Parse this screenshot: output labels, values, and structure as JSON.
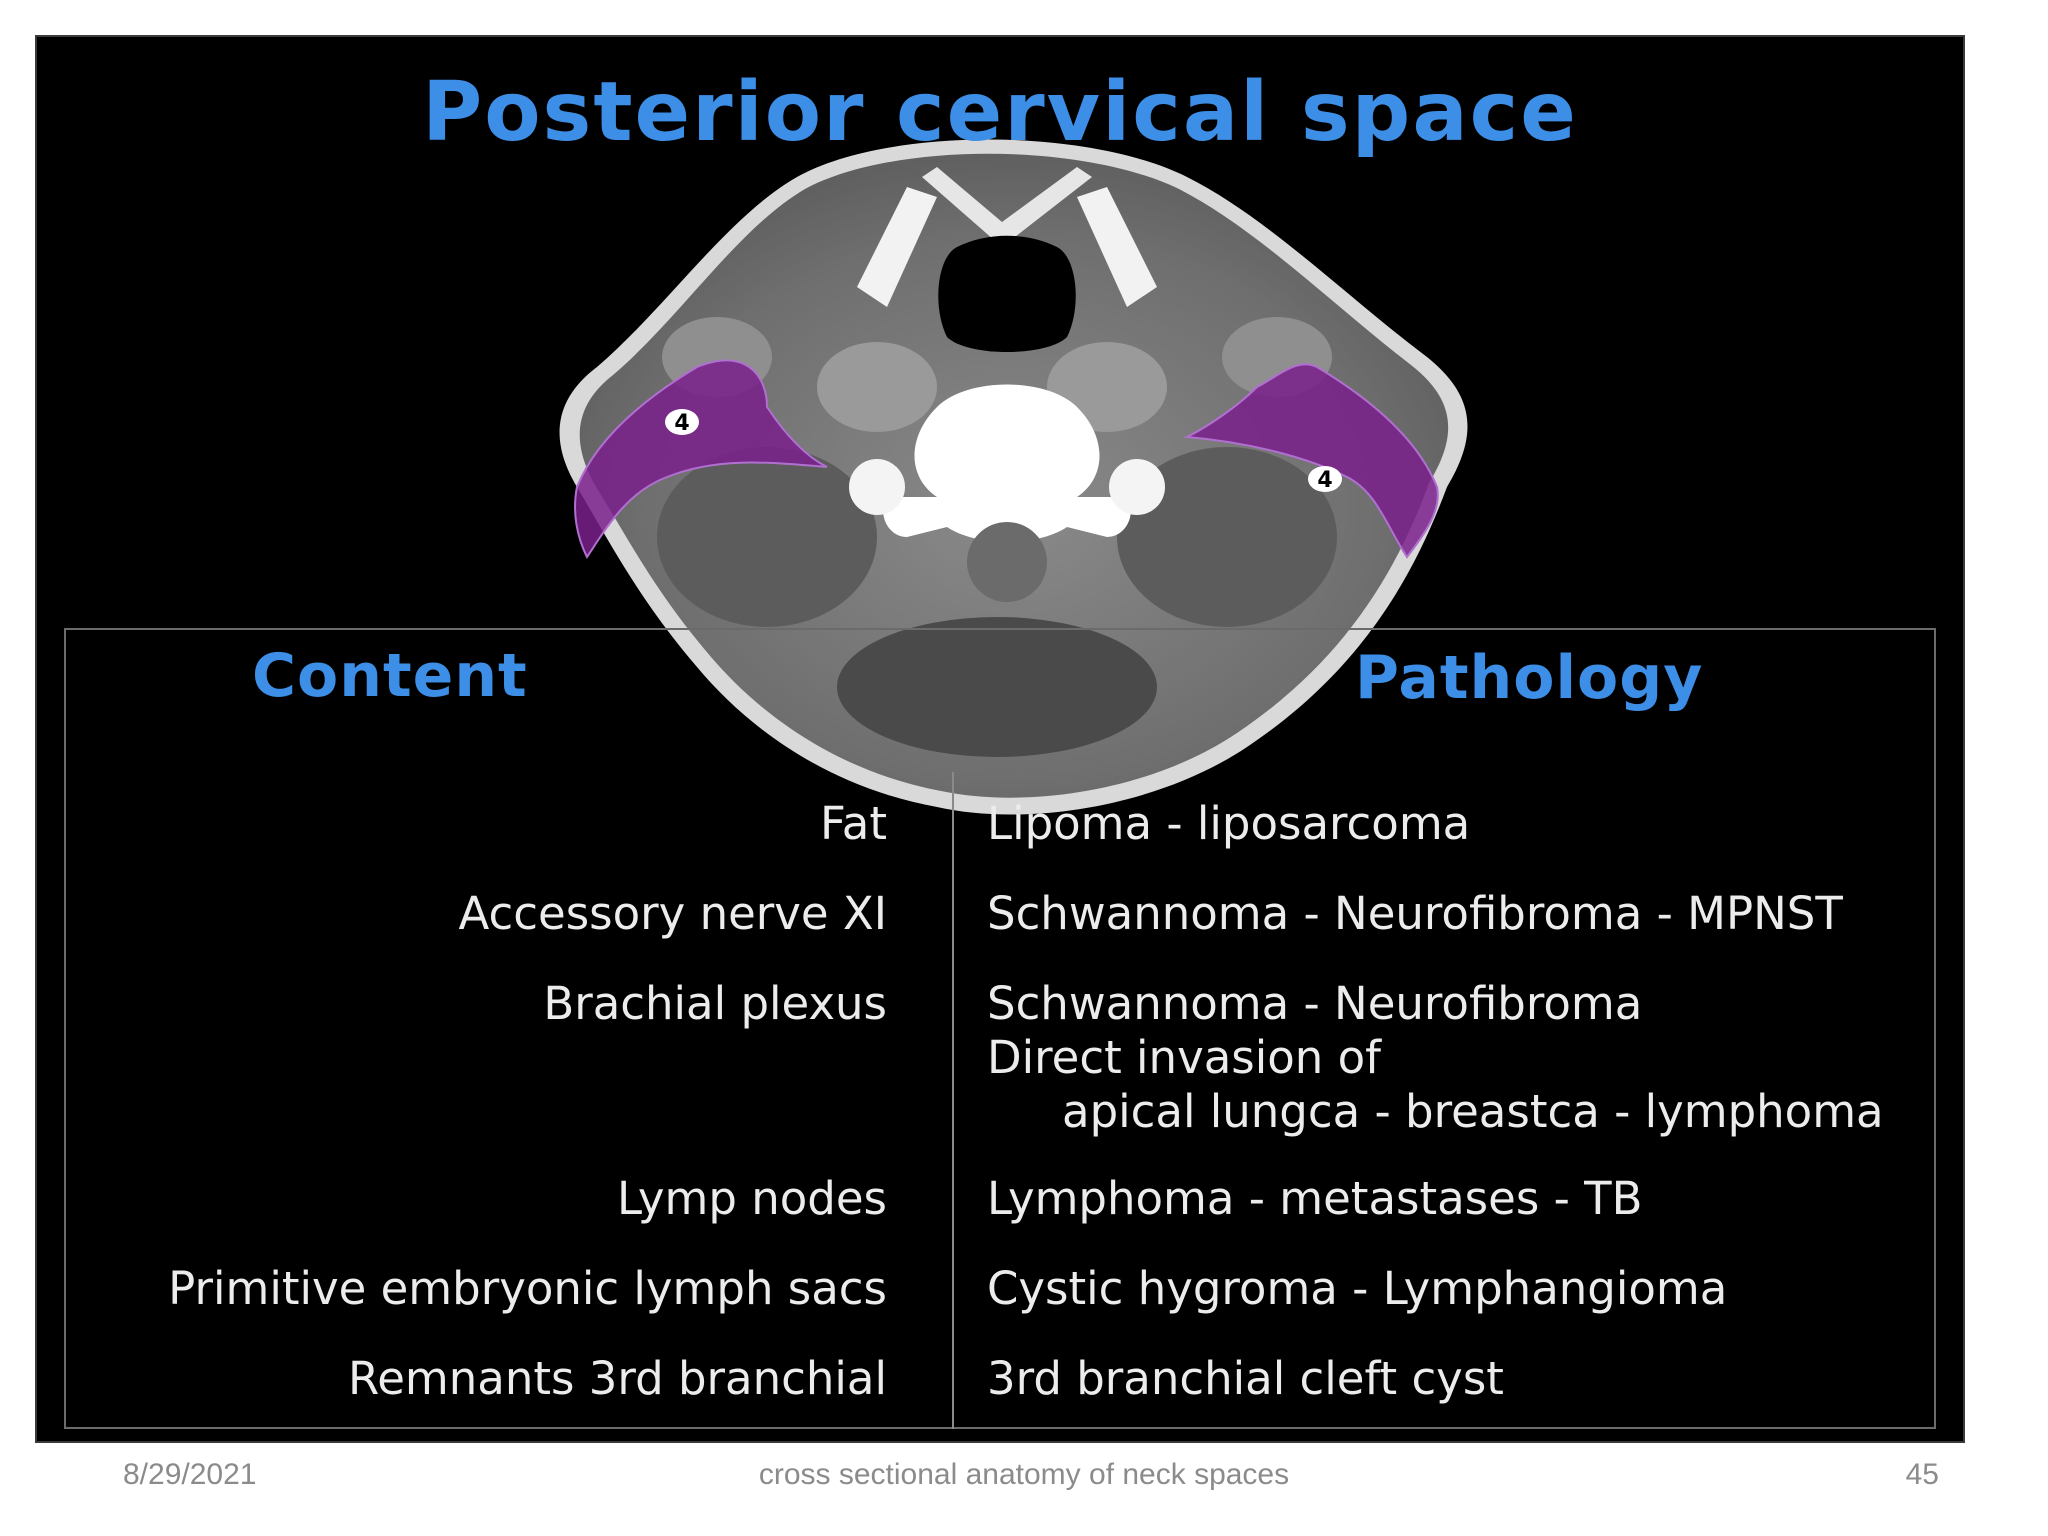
{
  "slide": {
    "title": "Posterior cervical space",
    "content_header": "Content",
    "pathology_header": "Pathology",
    "image_labels": {
      "left_marker": "4",
      "right_marker": "4"
    },
    "rows": [
      {
        "content": "Fat",
        "pathology": [
          "Lipoma - liposarcoma"
        ]
      },
      {
        "content": "Accessory nerve XI",
        "pathology": [
          "Schwannoma - Neurofibroma - MPNST"
        ]
      },
      {
        "content": "Brachial plexus",
        "pathology": [
          "Schwannoma - Neurofibroma",
          "Direct invasion of",
          "apical lungca - breastca - lymphoma"
        ]
      },
      {
        "content": "Lymp nodes",
        "pathology": [
          "Lymphoma - metastases - TB"
        ]
      },
      {
        "content": "Primitive embryonic lymph sacs",
        "pathology": [
          "Cystic hygroma - Lymphangioma"
        ]
      },
      {
        "content": "Remnants 3rd branchial",
        "pathology": [
          "3rd branchial cleft cyst"
        ]
      }
    ]
  },
  "footer": {
    "date": "8/29/2021",
    "center": "cross sectional anatomy of neck spaces",
    "page": "45"
  },
  "colors": {
    "title_blue": "#3d8ee6",
    "highlight_purple": "#7a1f8c",
    "background": "#000000"
  }
}
